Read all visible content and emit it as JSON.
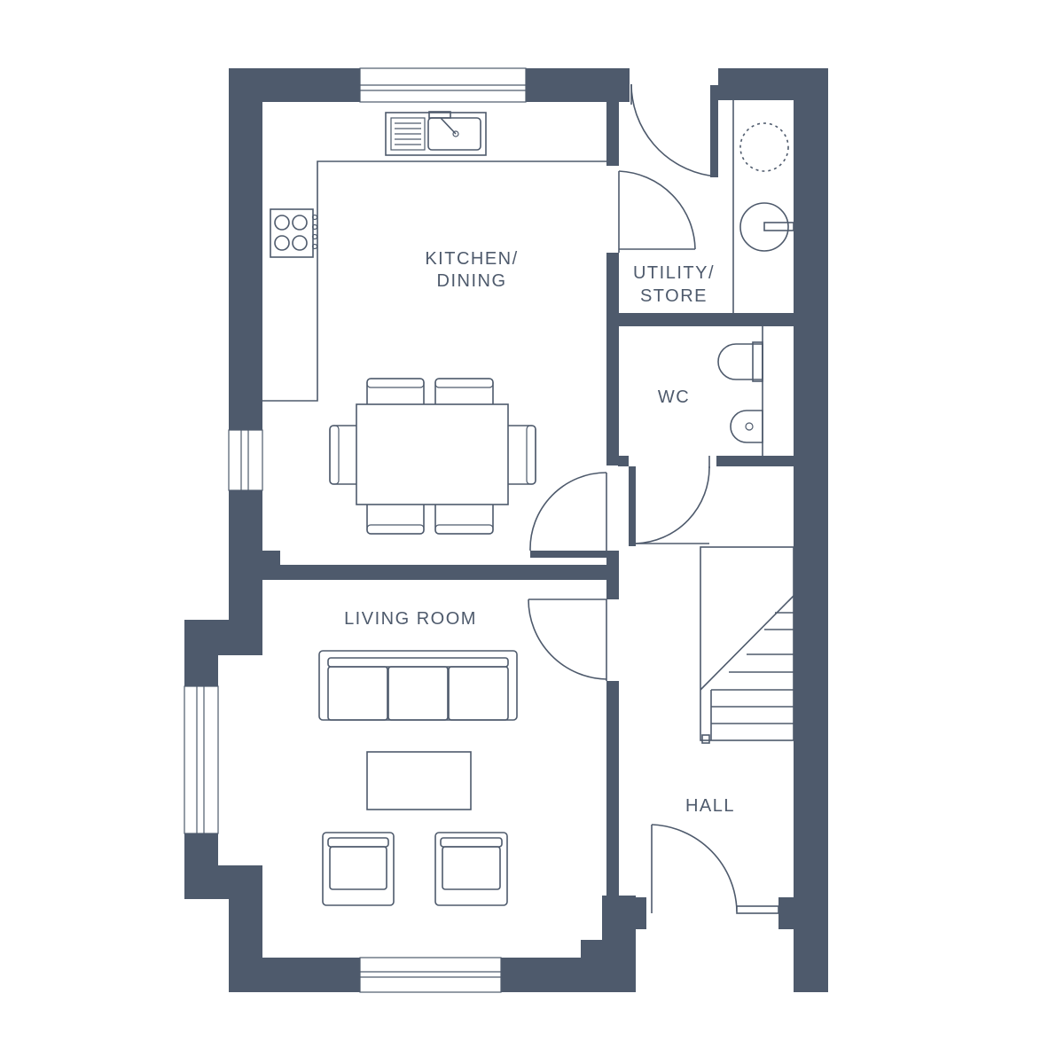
{
  "rooms": {
    "kitchen_line1": "KITCHEN/",
    "kitchen_line2": "DINING",
    "utility_line1": "UTILITY/",
    "utility_line2": "STORE",
    "wc": "WC",
    "living": "LIVING ROOM",
    "hall": "HALL"
  },
  "colors": {
    "wall": "#4e5a6c",
    "background": "#ffffff"
  }
}
